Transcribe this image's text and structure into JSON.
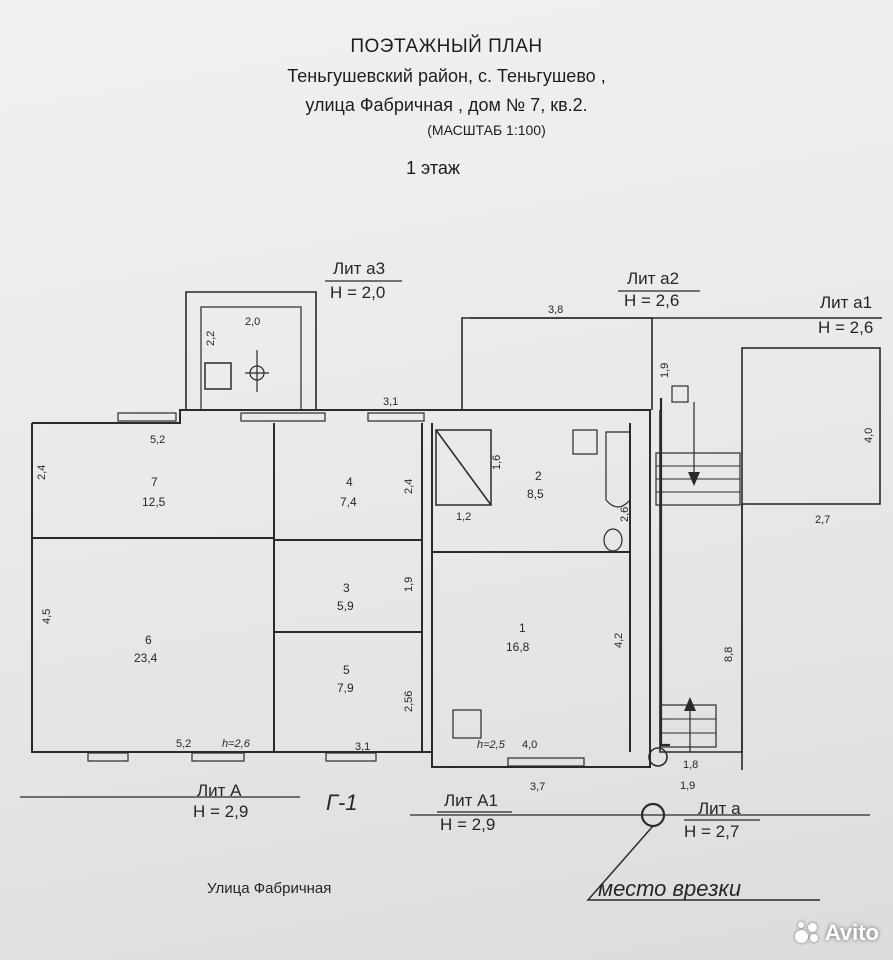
{
  "header": {
    "title": "ПОЭТАЖНЫЙ ПЛАН",
    "line2": "Теньгушевский район, с. Теньгушево ,",
    "line3": "улица Фабричная , дом № 7, кв.2.",
    "scale": "(МАСШТАБ   1:100)",
    "floor": "1 этаж"
  },
  "lits": {
    "a3": {
      "name": "Лит а3",
      "height": "H = 2,0"
    },
    "a2": {
      "name": "Лит а2",
      "height": "H = 2,6"
    },
    "a1": {
      "name": "Лит а1",
      "height": "H = 2,6"
    },
    "A": {
      "name": "Лит А",
      "height": "H = 2,9"
    },
    "A1": {
      "name": "Лит А1",
      "height": "H = 2,9"
    },
    "a": {
      "name": "Лит а",
      "height": "H = 2,7"
    }
  },
  "rooms": [
    {
      "number": "7",
      "area": "12,5"
    },
    {
      "number": "4",
      "area": "7,4"
    },
    {
      "number": "2",
      "area": "8,5"
    },
    {
      "number": "3",
      "area": "5,9"
    },
    {
      "number": "1",
      "area": "16,8"
    },
    {
      "number": "6",
      "area": "23,4"
    },
    {
      "number": "5",
      "area": "7,9"
    }
  ],
  "dims": {
    "a3_width": "2,0",
    "a3_depth": "2,2",
    "a3_bottom": "3,1",
    "a2_width": "3,8",
    "a2_depth": "1,9",
    "a1_depth": "4,0",
    "a1_width": "2,7",
    "r7_width": "5,2",
    "r7_depth": "2,4",
    "r4_depth": "2,4",
    "r2_16": "1,6",
    "r2_12": "1,2",
    "r2_26": "2,6",
    "r3_depth": "1,9",
    "r6_depth": "4,5",
    "r5_depth": "2,56",
    "r1_depth": "4,2",
    "a_depth": "8,8",
    "bottom_52": "5,2",
    "h26": "h=2,6",
    "bottom_31": "3,1",
    "h25": "h=2,5",
    "bottom_40": "4,0",
    "bottom_37": "3,7",
    "d18": "1,8",
    "d19": "1,9"
  },
  "section_mark": "Г-1",
  "street": "Улица  Фабричная",
  "tie_in": "место врезки",
  "watermark": "Avito",
  "colors": {
    "ink": "#262626",
    "paper": "#ececea"
  }
}
